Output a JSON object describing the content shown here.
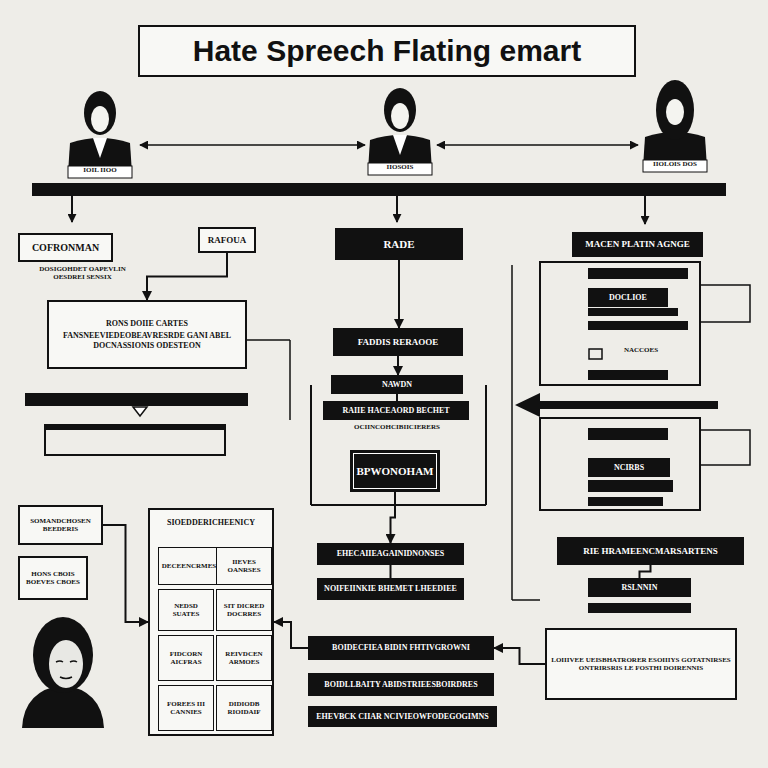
{
  "diagram": {
    "title": "Hate Spreech Flating emart",
    "nodes": [
      {
        "text": [
          "COFRONMAN"
        ]
      },
      {
        "text": [
          "RAFOUA"
        ]
      },
      {
        "text": [
          "RADE"
        ]
      },
      {
        "text": [
          "MACEN PLATIN AGNGE"
        ]
      },
      {
        "text": [
          "RONS DOIIE CARTES",
          "FANSNEEVIEDEOBEAVRESRDE GANI ABEL DOCNASSIONIS ODESTEON"
        ]
      },
      {
        "text": [
          "FADDIS RERAOOE"
        ]
      },
      {
        "text": [
          "NAWDN"
        ]
      },
      {
        "text": [
          "RAIIE HACEAORD BECHET"
        ]
      },
      {
        "text": [
          "BPWONOHAM"
        ]
      },
      {
        "text": [
          "DOCLIOE"
        ]
      },
      {
        "text": [
          "NCIRBS"
        ]
      },
      {
        "text": [
          "RIE HRAMEENCMARSARTENS"
        ]
      },
      {
        "text": [
          "RSLNNIN"
        ]
      },
      {
        "text": [
          "SOMANDCHOSEN BEEDERIS"
        ]
      },
      {
        "text": [
          "HONS CBOIS BOEVES CBOES"
        ]
      },
      {
        "text": [
          "SIOEDDERICHEENICY"
        ]
      },
      {
        "text": [
          "DECEENCRMES"
        ],
        "in": 15
      },
      {
        "text": [
          "IIEVES OANRSES"
        ],
        "in": 15
      },
      {
        "text": [
          "NEDSD SUATES"
        ],
        "in": 15
      },
      {
        "text": [
          "SIT DICRED DOCRRES"
        ],
        "in": 15
      },
      {
        "text": [
          "FIDCORN AICFRAS"
        ],
        "in": 15
      },
      {
        "text": [
          "REIVDCEN ARMOES"
        ],
        "in": 15
      },
      {
        "text": [
          "FOREES III CANNIES"
        ],
        "in": 15
      },
      {
        "text": [
          "DIDIODB RIOIDAIF"
        ],
        "in": 15
      },
      {
        "text": [
          "EHECAIIEAGAINIDNONSES"
        ]
      },
      {
        "text": [
          "NOIFEIINKIE BHEMET LHEEDIEE"
        ]
      },
      {
        "text": [
          "BOIDECFIEA BIDIN FHTIVGROWNI"
        ]
      },
      {
        "text": [
          "BOIDLLBAITY ABIDSTRIEESBOIRDRES"
        ]
      },
      {
        "text": [
          "EHEVBCK CIIAR NCIVIEOWFODEGOGIMNS"
        ]
      },
      {
        "text": [
          "LOIIIVEE UEISBHATRORER ESOIIIYS GOTATNIRSES ONTRIRSRIS LE FOSTHI DOIRENNIS"
        ]
      }
    ],
    "edges": [
      {
        "from": 2,
        "to": 5,
        "arrow": "to"
      },
      {
        "from": 5,
        "to": 6,
        "arrow": "to"
      },
      {
        "from": 6,
        "to": 7,
        "arrow": "none"
      },
      {
        "from": 8,
        "to": 24,
        "arrow": "to"
      },
      {
        "from": 24,
        "to": 25,
        "arrow": "none"
      },
      {
        "from": 29,
        "to": 26,
        "arrow": "to"
      },
      {
        "from": 26,
        "to": 15,
        "arrow": "to"
      },
      {
        "from": 1,
        "to": 4,
        "arrow": "to"
      },
      {
        "from": 13,
        "to": 15,
        "arrow": "to"
      },
      {
        "from": 11,
        "to": 12,
        "arrow": "none"
      }
    ],
    "labels": [
      "IOIL IIOO",
      "IIOSOIS",
      "IIOLOIS DOS",
      "DOSIGOHDET OAPEVLIN OESDREI SENSIX",
      "OCIINCOHCIBIICIERERS",
      "NACCOES"
    ]
  }
}
